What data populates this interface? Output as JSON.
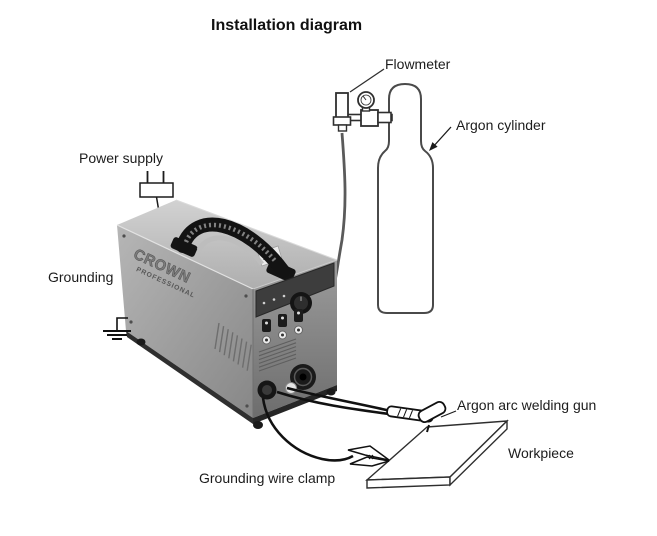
{
  "title": "Installation diagram",
  "labels": {
    "flowmeter": "Flowmeter",
    "argon_cylinder": "Argon cylinder",
    "power_supply": "Power supply",
    "grounding": "Grounding",
    "welding_gun": "Argon arc welding gun",
    "workpiece": "Workpiece",
    "grounding_wire_clamp": "Grounding wire clamp"
  },
  "machine": {
    "brand": "CROWN",
    "brand_sub": "PROFESSIONAL"
  },
  "colors": {
    "line": "#2b2b2b",
    "machine_top": "#c2c2c2",
    "machine_side": "#9d9d9d",
    "machine_front": "#808080",
    "handle": "#1a1a1a",
    "background": "#ffffff"
  }
}
